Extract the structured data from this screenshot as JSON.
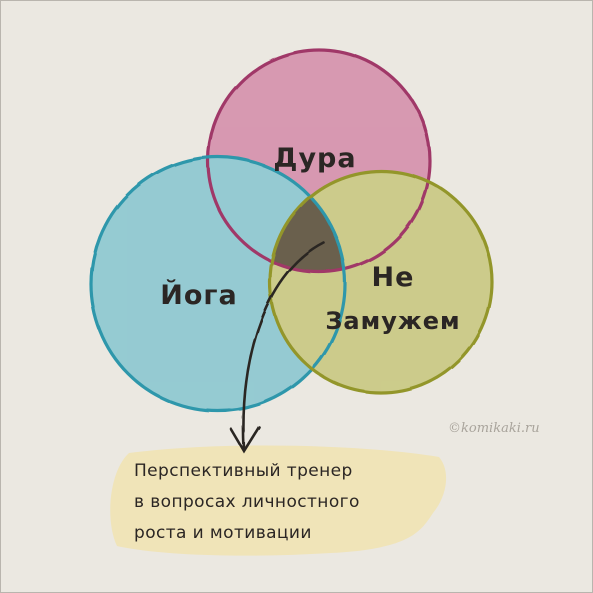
{
  "diagram": {
    "sets": [
      {
        "label": "Дура",
        "color": "#c7588b"
      },
      {
        "label": "Йога",
        "color": "#4fb3c6"
      },
      {
        "label_line1": "Не",
        "label_line2": "Замужем",
        "color": "#b3b545"
      }
    ],
    "intersection_color": "#4a3c38",
    "note": {
      "line1": "Перспективный тренер",
      "line2": "в вопросах личностного",
      "line3": "роста и мотивации",
      "highlight_color": "#f1e3b4"
    },
    "watermark": "©komikaki.ru"
  }
}
